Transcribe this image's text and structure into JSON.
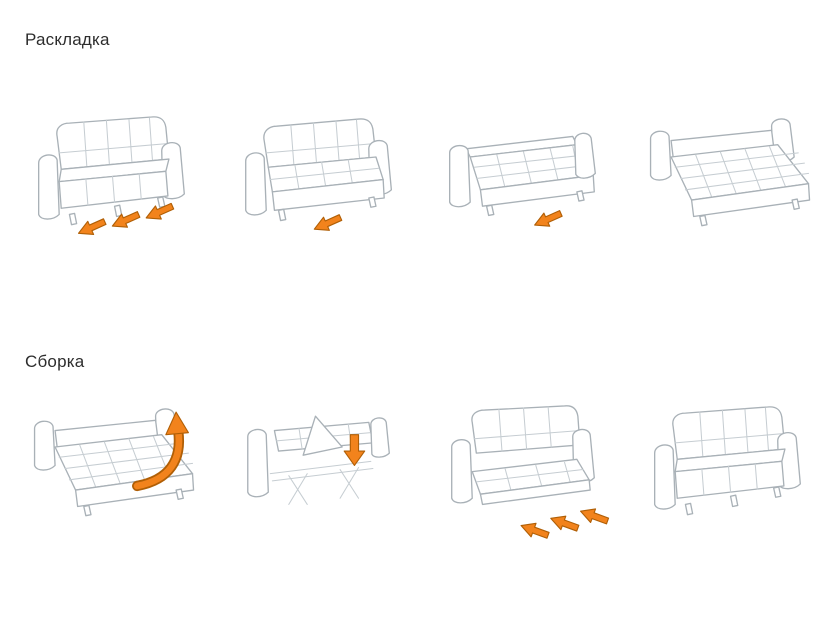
{
  "page": {
    "background": "#ffffff"
  },
  "sections": [
    {
      "id": "unfold",
      "title": "Раскладка",
      "steps": [
        {
          "name": "pull-seat-out",
          "arrow_icons": "three-down-left-arrows"
        },
        {
          "name": "extend-seat",
          "arrow_icons": "one-down-left-arrow"
        },
        {
          "name": "fold-backrest-flat",
          "arrow_icons": "one-down-left-arrow"
        },
        {
          "name": "bed-ready",
          "arrow_icons": "none"
        }
      ]
    },
    {
      "id": "fold",
      "title": "Сборка",
      "steps": [
        {
          "name": "lift-mattress-up",
          "arrow_icons": "curved-up-arrow"
        },
        {
          "name": "push-frame-down",
          "arrow_icons": "one-down-arrow"
        },
        {
          "name": "push-section-in",
          "arrow_icons": "three-up-left-arrows"
        },
        {
          "name": "sofa-closed",
          "arrow_icons": "none"
        }
      ]
    }
  ],
  "colors": {
    "arrow_fill": "#f2831c",
    "arrow_stroke": "#b05f06",
    "line": "#a9b1b7",
    "line_light": "#c6cdd2",
    "text": "#2d2d2d"
  }
}
